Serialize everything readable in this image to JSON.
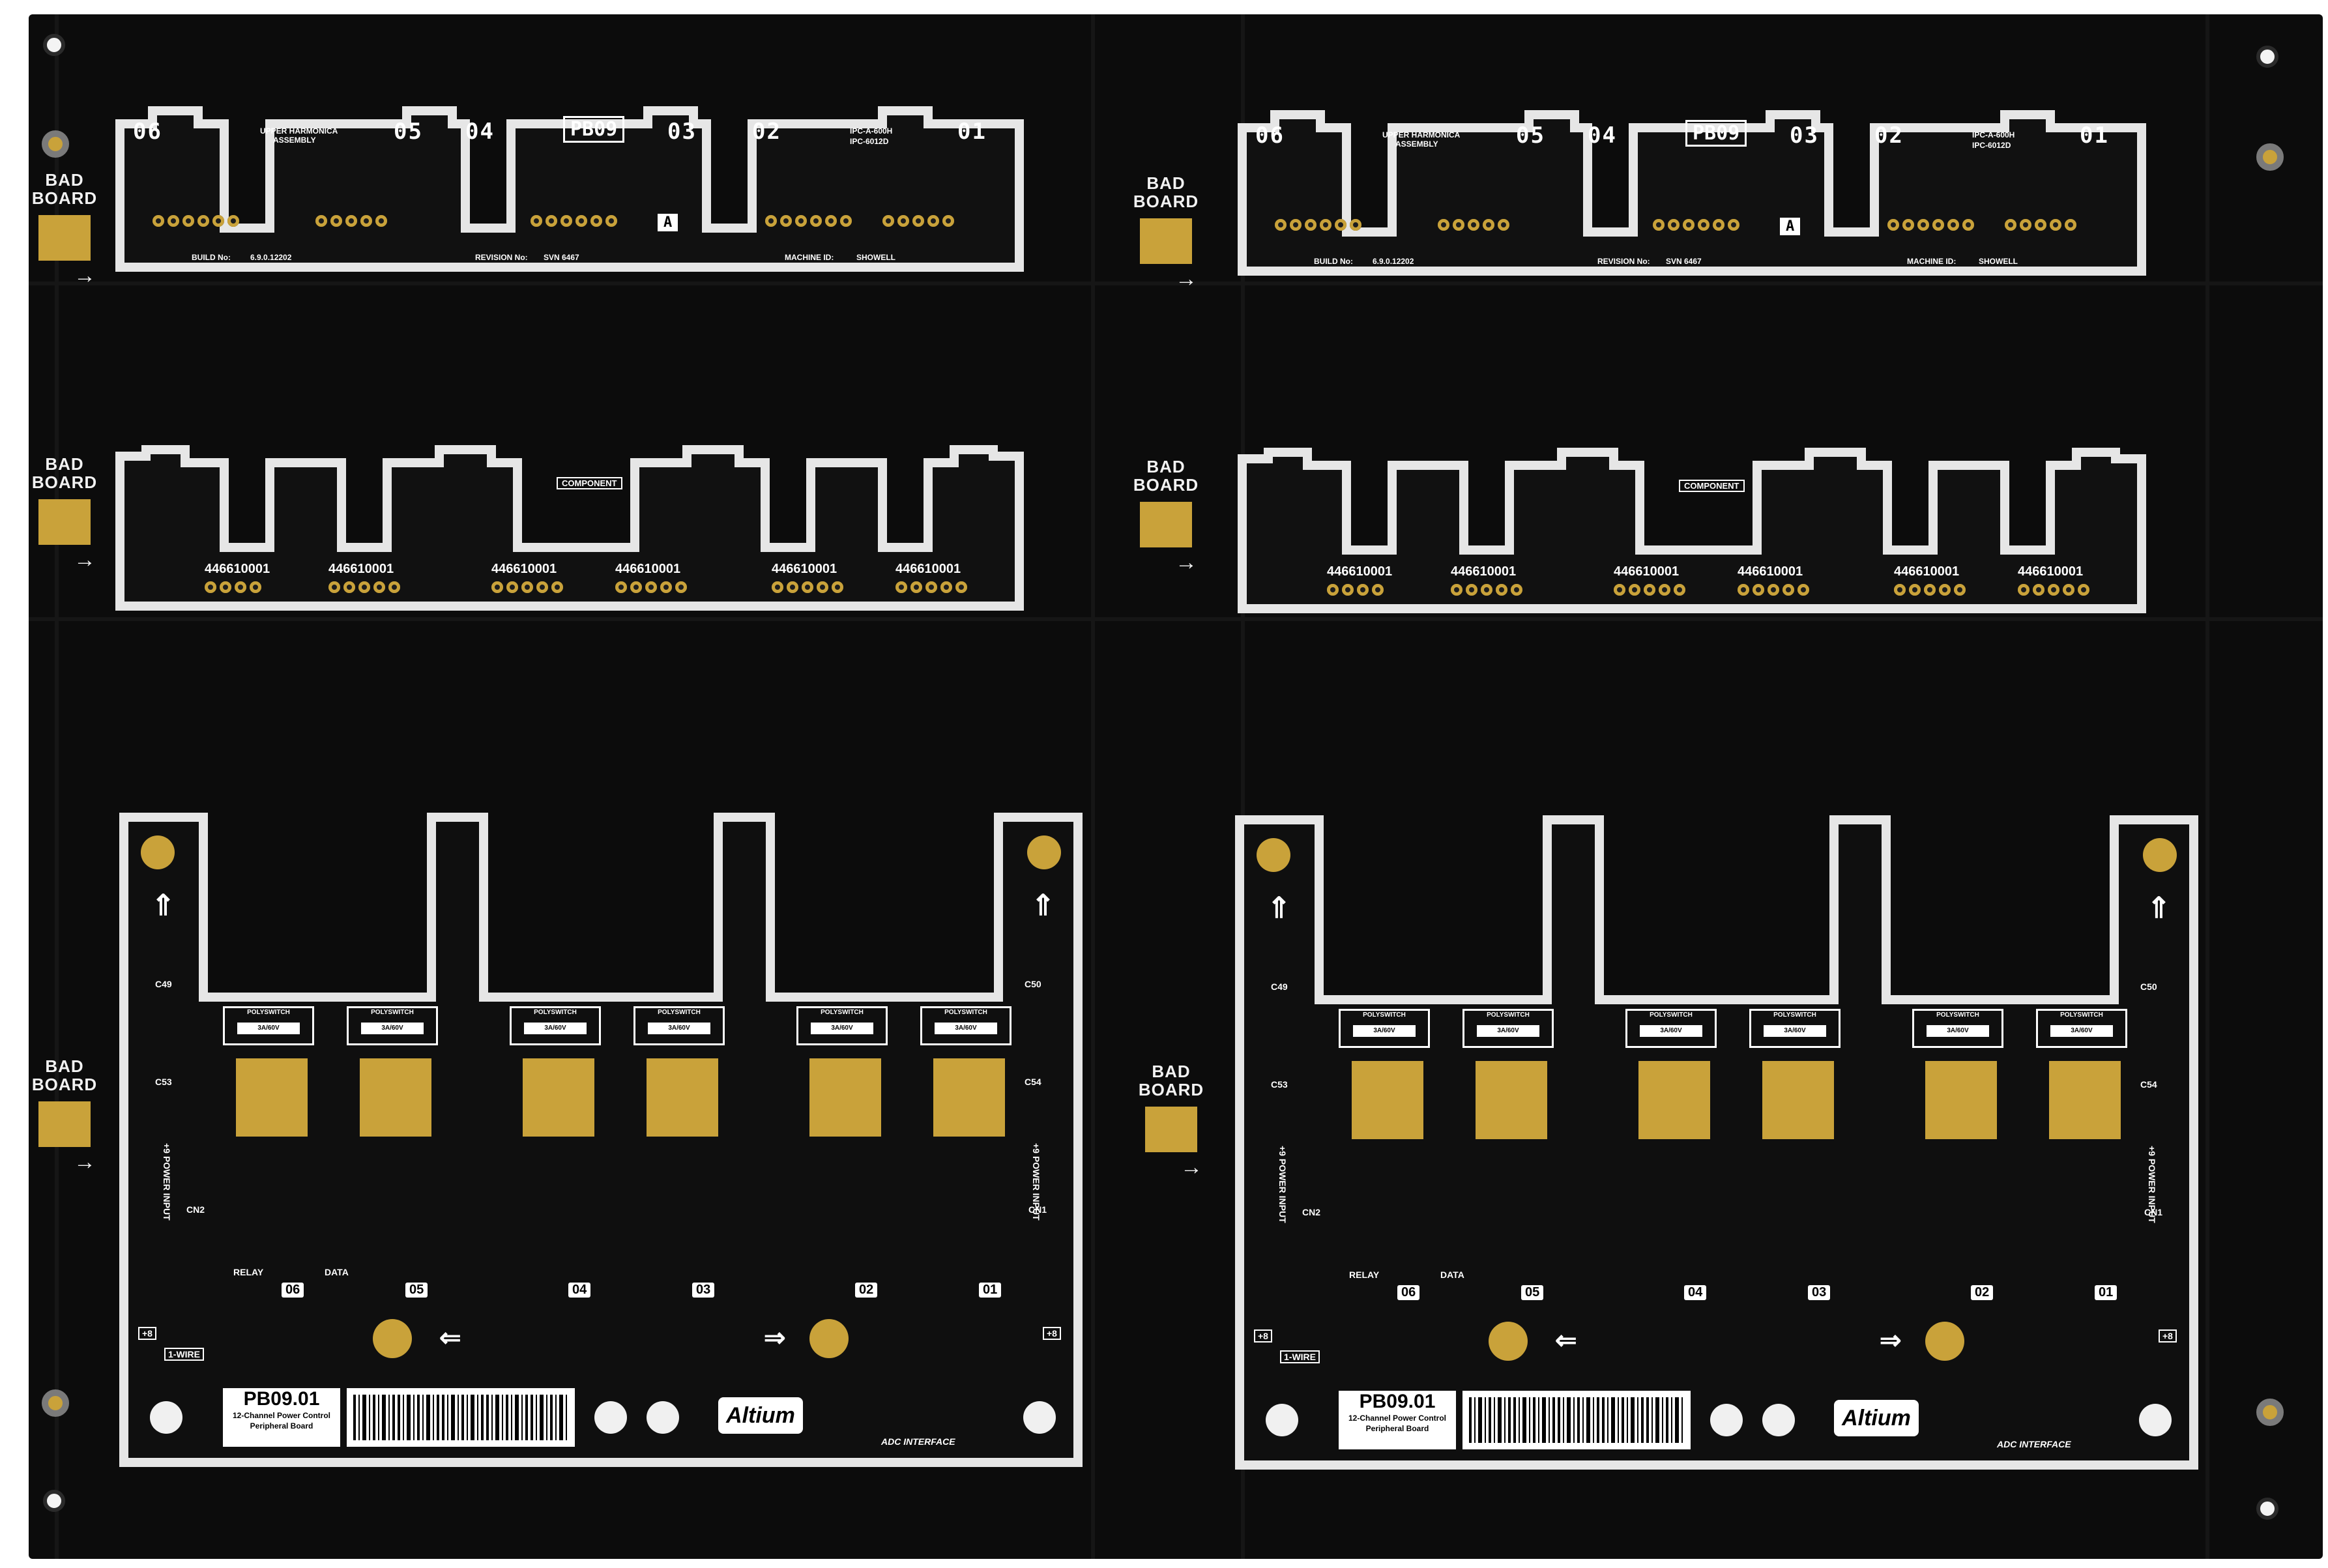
{
  "bad_board": {
    "line1": "BAD",
    "line2": "BOARD",
    "arrow": "→"
  },
  "small_top": {
    "title_line1": "UPPER HARMONICA",
    "title_line2": "ASSEMBLY",
    "code": "PB09",
    "spec_line1": "IPC-A-600H",
    "spec_line2": "IPC-6012D",
    "digits": [
      "06",
      "05",
      "04",
      "03",
      "02",
      "01"
    ],
    "build_label": "BUILD No:",
    "build_value": "6.9.0.12202",
    "revision_label": "REVISION No:",
    "revision_value": "SVN 6467",
    "machine_label": "MACHINE ID:",
    "machine_value": "SHOWELL",
    "logo_letter": "A"
  },
  "small_mid": {
    "component_label": "COMPONENT",
    "part_numbers": [
      "446610001",
      "446610001",
      "446610001",
      "446610001",
      "446610001",
      "446610001"
    ]
  },
  "big_board": {
    "title": "PB09.01",
    "subtitle_line1": "12-Channel Power Control",
    "subtitle_line2": "Peripheral Board",
    "logo": "Altium",
    "adc_label": "ADC INTERFACE",
    "onewire_label": "1-WIRE",
    "power_label_left": "+9 POWER INPUT",
    "power_label_right": "+9 POWER INPUT",
    "plus_label": "+8",
    "polyswitch_label": "POLYSWITCH",
    "polyswitch_rating": "3A/60V",
    "channels": [
      "06",
      "05",
      "04",
      "03",
      "02",
      "01"
    ],
    "relay_label": "RELAY",
    "data_label": "DATA",
    "cap_labels": [
      "C49",
      "C50",
      "C53",
      "C54"
    ],
    "conn_labels": [
      "CN2",
      "CN1"
    ],
    "up_arrow": "⇑",
    "right_arrow": "⇒",
    "left_arrow": "⇐"
  },
  "colors": {
    "solder_mask": "#0c0c0c",
    "gold_pad": "#c9a23a",
    "silkscreen": "#ffffff",
    "substrate_edge": "#e6e6e6"
  }
}
